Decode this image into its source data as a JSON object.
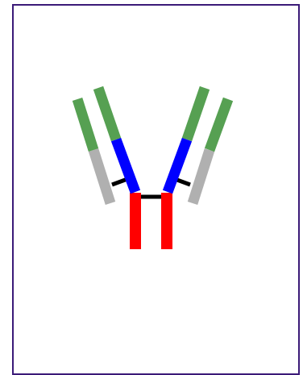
{
  "diagram": {
    "subject": "antibody-schematic",
    "colors": {
      "frame_border": "#3b1a78",
      "variable_region": "#56a052",
      "light_chain_constant": "#b0b0b0",
      "heavy_chain_ch1": "#0000ff",
      "heavy_chain_fc": "#ff0000",
      "disulfide_bond": "#000000"
    },
    "parts": [
      {
        "name": "heavy-chain-left"
      },
      {
        "name": "heavy-chain-right"
      },
      {
        "name": "light-chain-left"
      },
      {
        "name": "light-chain-right"
      }
    ]
  }
}
